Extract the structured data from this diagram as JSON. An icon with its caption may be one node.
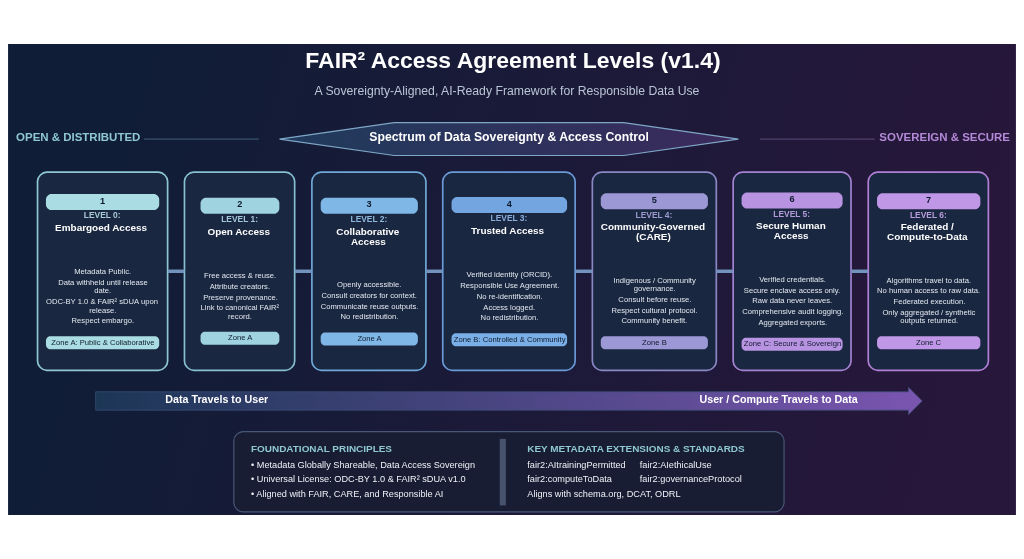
{
  "diagram": {
    "title": "FAIR² Access Agreement Levels (v1.4)",
    "nodes": [
      {
        "text": [
          "Spectrum of Data Sovereignty & Access Control"
        ]
      },
      {
        "text": [
          "1",
          "LEVEL 0:",
          "Embargoed Access",
          "Metadata Public.",
          "Data withheld until release date.",
          "ODC-BY 1.0 & FAIR² sDUA upon release.",
          "Respect embargo.",
          "Zone A: Public & Collaborative"
        ]
      },
      {
        "text": [
          "2",
          "LEVEL 1:",
          "Open Access",
          "Free access & reuse.",
          "Attribute creators.",
          "Preserve provenance.",
          "Link to canonical FAIR² record.",
          "Zone A"
        ]
      },
      {
        "text": [
          "3",
          "LEVEL 2:",
          "Collaborative Access",
          "Openly accessible.",
          "Consult creators for context.",
          "Communicate reuse outputs.",
          "No redistribution.",
          "Zone A"
        ]
      },
      {
        "text": [
          "4",
          "LEVEL 3:",
          "Trusted Access",
          "Verified identity (ORCID).",
          "Responsible Use Agreement.",
          "No re-identification.",
          "Access logged.",
          "No redistribution.",
          "Zone B: Controlled & Community"
        ]
      },
      {
        "text": [
          "5",
          "LEVEL 4:",
          "Community-Governed (CARE)",
          "Indigenous / Community governance.",
          "Consult before reuse.",
          "Respect cultural protocol.",
          "Community benefit.",
          "Zone B"
        ]
      },
      {
        "text": [
          "6",
          "LEVEL 5:",
          "Secure Human Access",
          "Verified credentials.",
          "Secure enclave access only.",
          "Raw data never leaves.",
          "Comprehensive audit logging.",
          "Aggregated exports.",
          "Zone C: Secure & Sovereign"
        ]
      },
      {
        "text": [
          "7",
          "LEVEL 6:",
          "Federated / Compute-to-Data",
          "Algorithms travel to data.",
          "No human access to raw data.",
          "Federated execution.",
          "Only aggregated / synthetic outputs returned.",
          "Zone C"
        ]
      },
      {
        "text": [
          "Data Travels to User",
          "User / Compute Travels to Data"
        ]
      },
      {
        "text": [
          "FOUNDATIONAL PRINCIPLES",
          "• Metadata Globally Shareable, Data Access Sovereign",
          "• Universal License: ODC-BY 1.0 & FAIR² sDUA v1.0",
          "• Aligned with FAIR, CARE, and Responsible AI",
          "KEY METADATA EXTENSIONS & STANDARDS",
          "fair2:AItrainingPermitted",
          "fair2:AIethicalUse",
          "fair2:computeToData",
          "fair2:governanceProtocol",
          "Aligns with schema.org, DCAT, ODRL"
        ]
      }
    ],
    "edges": [
      {
        "from": 1,
        "to": 2,
        "arrow": "none"
      },
      {
        "from": 2,
        "to": 3,
        "arrow": "none"
      },
      {
        "from": 3,
        "to": 4,
        "arrow": "none"
      },
      {
        "from": 4,
        "to": 5,
        "arrow": "none"
      },
      {
        "from": 5,
        "to": 6,
        "arrow": "none"
      },
      {
        "from": 6,
        "to": 7,
        "arrow": "none"
      }
    ],
    "labels": [
      "A Sovereignty-Aligned, AI-Ready Framework for Responsible Data Use",
      "OPEN & DISTRIBUTED",
      "SOVEREIGN & SECURE"
    ]
  }
}
